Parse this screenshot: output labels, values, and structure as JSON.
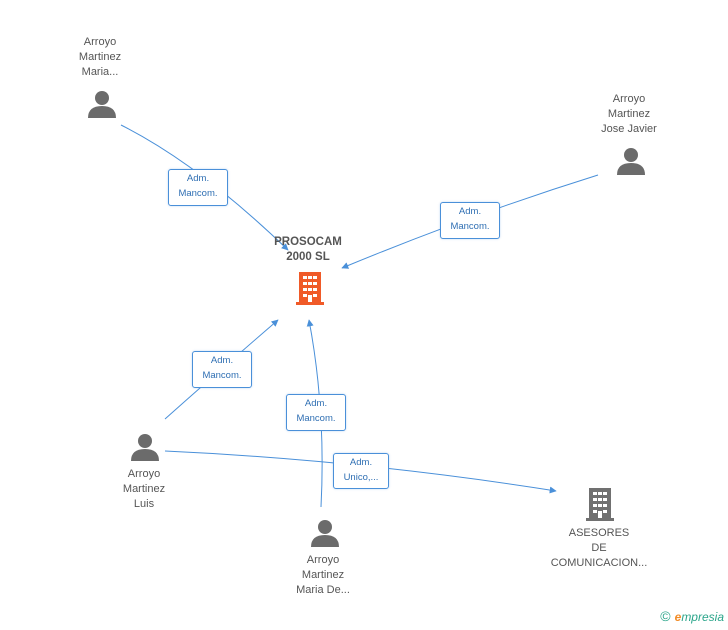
{
  "nodes": {
    "center": {
      "lines": [
        "PROSOCAM",
        "2000 SL"
      ],
      "icon": "building-icon",
      "color": "#f05a28"
    },
    "maria": {
      "lines": [
        "Arroyo",
        "Martinez",
        "Maria..."
      ],
      "icon": "person-icon"
    },
    "jose": {
      "lines": [
        "Arroyo",
        "Martinez",
        "Jose Javier"
      ],
      "icon": "person-icon"
    },
    "luis": {
      "lines": [
        "Arroyo",
        "Martinez",
        "Luis"
      ],
      "icon": "person-icon"
    },
    "mariade": {
      "lines": [
        "Arroyo",
        "Martinez",
        "Maria De..."
      ],
      "icon": "person-icon"
    },
    "asesores": {
      "lines": [
        "ASESORES",
        "DE",
        "COMUNICACION..."
      ],
      "icon": "building-icon",
      "color": "#707070"
    }
  },
  "relations": {
    "r1": [
      "Adm.",
      "Mancom."
    ],
    "r2": [
      "Adm.",
      "Mancom."
    ],
    "r3": [
      "Adm.",
      "Mancom."
    ],
    "r4": [
      "Adm.",
      "Mancom."
    ],
    "r5": [
      "Adm.",
      "Unico,..."
    ]
  },
  "colors": {
    "edge": "#4a90d9",
    "person": "#6b6b6b"
  },
  "footer": {
    "copyright": "©",
    "brand_first": "e",
    "brand_rest": "mpresia"
  }
}
